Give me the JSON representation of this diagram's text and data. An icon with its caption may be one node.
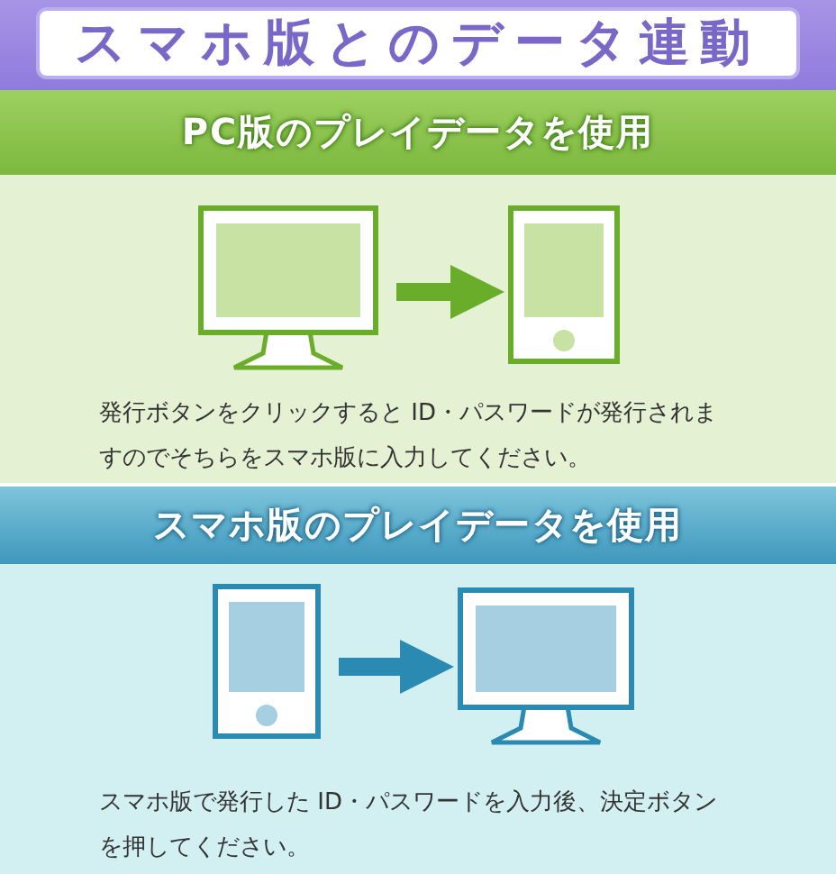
{
  "diagram": {
    "title": "スマホ版とのデータ連動",
    "nodes": [
      {
        "text": [
          "PC版のプレイデータを使用"
        ]
      },
      {
        "text": [],
        "shape": "monitor"
      },
      {
        "text": [],
        "shape": "phone"
      },
      {
        "text": [
          "スマホ版のプレイデータを使用"
        ]
      },
      {
        "text": [],
        "shape": "phone"
      },
      {
        "text": [],
        "shape": "monitor"
      }
    ],
    "edges": [
      {
        "from": 1,
        "to": 2,
        "arrow": "to",
        "color": "#6aad2a"
      },
      {
        "from": 4,
        "to": 5,
        "arrow": "to",
        "color": "#2a8ab2"
      }
    ],
    "labels": [
      "発行ボタンをクリックすると ID・パスワードが発行されますのでそちらをスマホ版に入力してください。",
      "スマホ版で発行した ID・パスワードを入力後、決定ボタンを押してください。"
    ]
  }
}
